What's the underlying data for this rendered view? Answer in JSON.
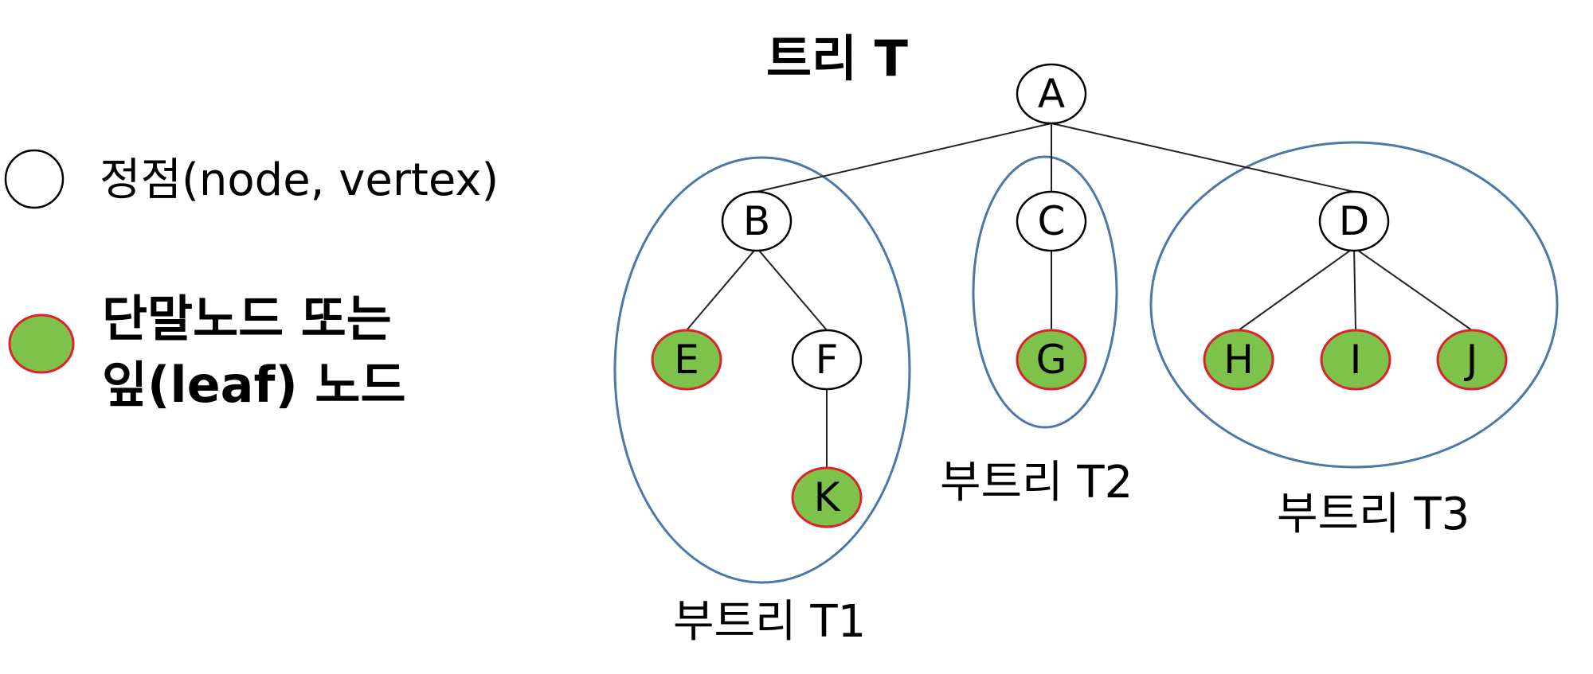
{
  "title": "트리 T",
  "legend": {
    "node": "정점(node, vertex)",
    "leaf_line1": "단말노드 또는",
    "leaf_line2": "잎(leaf) 노드"
  },
  "colors": {
    "leaf_fill": "#7dc24b",
    "leaf_stroke": "#e0202a",
    "node_fill": "#ffffff",
    "node_stroke": "#000000",
    "subtree_stroke": "#4a78a8",
    "edge": "#222222"
  },
  "nodes": [
    {
      "id": "A",
      "leaf": false
    },
    {
      "id": "B",
      "leaf": false
    },
    {
      "id": "C",
      "leaf": false
    },
    {
      "id": "D",
      "leaf": false
    },
    {
      "id": "E",
      "leaf": true
    },
    {
      "id": "F",
      "leaf": false
    },
    {
      "id": "G",
      "leaf": true
    },
    {
      "id": "H",
      "leaf": true
    },
    {
      "id": "I",
      "leaf": true
    },
    {
      "id": "J",
      "leaf": true
    },
    {
      "id": "K",
      "leaf": true
    }
  ],
  "edges": [
    [
      "A",
      "B"
    ],
    [
      "A",
      "C"
    ],
    [
      "A",
      "D"
    ],
    [
      "B",
      "E"
    ],
    [
      "B",
      "F"
    ],
    [
      "F",
      "K"
    ],
    [
      "C",
      "G"
    ],
    [
      "D",
      "H"
    ],
    [
      "D",
      "I"
    ],
    [
      "D",
      "J"
    ]
  ],
  "subtrees": [
    {
      "id": "T1",
      "label": "부트리 T1"
    },
    {
      "id": "T2",
      "label": "부트리 T2"
    },
    {
      "id": "T3",
      "label": "부트리 T3"
    }
  ]
}
